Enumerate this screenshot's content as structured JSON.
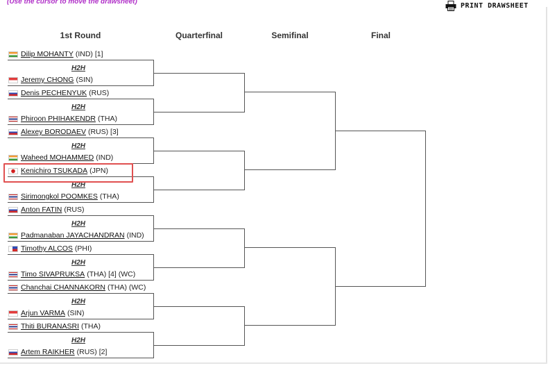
{
  "hint": "(Use the cursor to move the drawsheet)",
  "print_label": "PRINT DRAWSHEET",
  "rounds": [
    "1st Round",
    "Quarterfinal",
    "Semifinal",
    "Final"
  ],
  "h2h_label": "H2H",
  "players": [
    {
      "flag": "ind",
      "name": "Dilip MOHANTY",
      "info": "(IND) [1]"
    },
    {
      "flag": "sin",
      "name": "Jeremy CHONG",
      "info": "(SIN)"
    },
    {
      "flag": "rus",
      "name": "Denis PECHENYUK",
      "info": "(RUS)"
    },
    {
      "flag": "tha",
      "name": "Phiroon PHIHAKENDR",
      "info": "(THA)"
    },
    {
      "flag": "rus",
      "name": "Alexey BORODAEV",
      "info": "(RUS) [3]"
    },
    {
      "flag": "ind",
      "name": "Waheed MOHAMMED",
      "info": "(IND)"
    },
    {
      "flag": "jpn",
      "name": "Kenichiro TSUKADA",
      "info": "(JPN)"
    },
    {
      "flag": "tha",
      "name": "Sirimongkol POOMKES",
      "info": "(THA)"
    },
    {
      "flag": "rus",
      "name": "Anton FATIN",
      "info": "(RUS)"
    },
    {
      "flag": "ind",
      "name": "Padmanaban JAYACHANDRAN",
      "info": "(IND)"
    },
    {
      "flag": "phi",
      "name": "Timothy ALCOS",
      "info": "(PHI)"
    },
    {
      "flag": "tha",
      "name": "Timo SIVAPRUKSA",
      "info": "(THA) [4] (WC)"
    },
    {
      "flag": "tha",
      "name": "Chanchai CHANNAKORN",
      "info": "(THA) (WC)"
    },
    {
      "flag": "sin",
      "name": "Arjun VARMA",
      "info": "(SIN)"
    },
    {
      "flag": "tha",
      "name": "Thiti BURANASRI",
      "info": "(THA)"
    },
    {
      "flag": "rus",
      "name": "Artem RAIKHER",
      "info": "(RUS) [2]"
    }
  ],
  "colors": {
    "hint": "#b030c8",
    "highlight": "#e05050",
    "lines": "#555555"
  }
}
